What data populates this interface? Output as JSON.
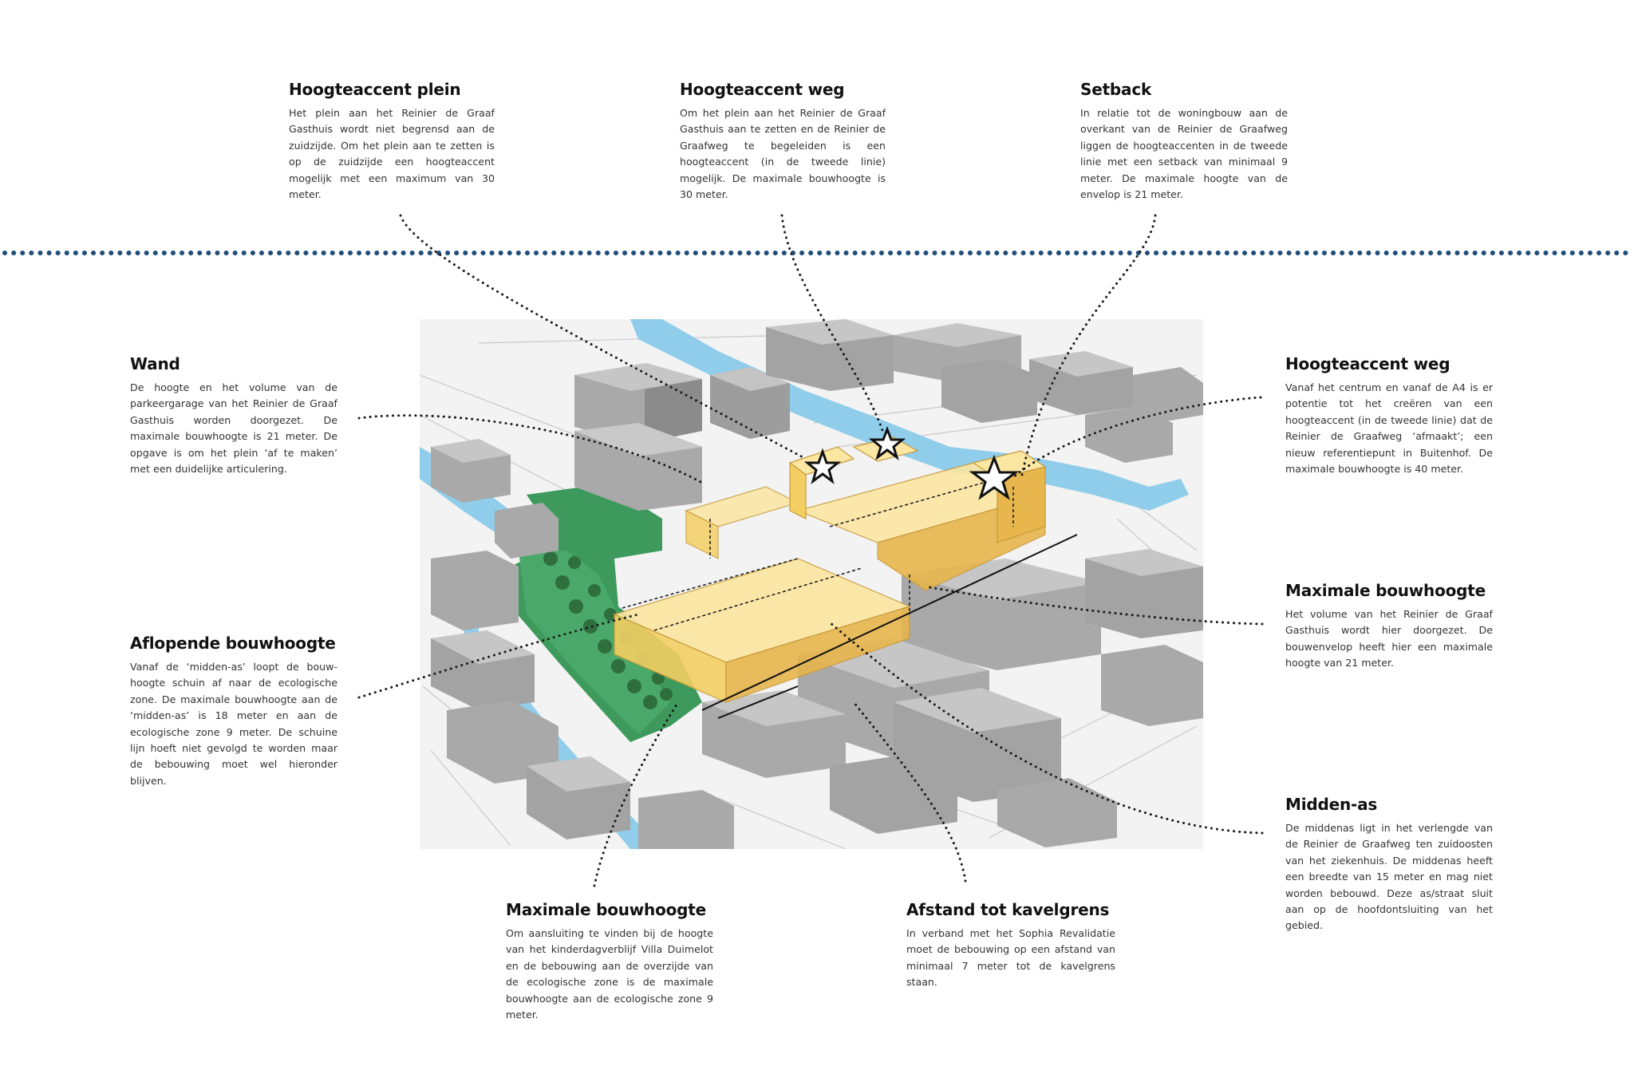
{
  "annotations": [
    {
      "id": "hoogteaccent-plein",
      "title": "Hoogteaccent plein",
      "text": "Het plein aan het Reinier de Graaf Gasthuis wordt niet begrensd aan de zuidzijde. Om het plein aan te zetten is op de zuidzijde een hoogteaccent mogelijk met een maximum van 30 meter."
    },
    {
      "id": "hoogteaccent-weg-top",
      "title": "Hoogteaccent weg",
      "text": "Om het plein aan het Reinier de Graaf Gasthuis aan te zetten en de Reinier de Graafweg te begeleiden is een hoogteaccent (in de tweede linie) mogelijk. De maximale bouwhoogte is 30 meter."
    },
    {
      "id": "setback",
      "title": "Setback",
      "text": "In relatie tot de woningbouw aan de overkant van de Reinier de Graafweg liggen de hoogteaccenten in de tweede linie met een setback van minimaal 9 meter. De maximale hoogte van de envelop is 21 meter."
    },
    {
      "id": "wand",
      "title": "Wand",
      "text": "De hoogte en het volume van de parkeergarage van het Reinier de Graaf Gasthuis worden doorgezet. De maximale bouwhoogte is 21 meter. De opgave is om het plein ‘af te maken’ met een duidelijke articulering."
    },
    {
      "id": "hoogteaccent-weg-right",
      "title": "Hoogteaccent weg",
      "text": "Vanaf het centrum en vanaf de A4 is er potentie tot het creëren van een hoogteaccent (in de tweede linie) dat de Reinier de Graafweg ‘afmaakt’; een nieuw referentiepunt in Buitenhof. De maximale bouwhoogte is 40 meter."
    },
    {
      "id": "maximale-bouwhoogte-right",
      "title": "Maximale bouwhoogte",
      "text": "Het volume van het Reinier de Graaf Gasthuis wordt hier doorgezet. De bouwenvelop heeft hier een maximale hoogte van 21 meter."
    },
    {
      "id": "aflopende-bouwhoogte",
      "title": "Aflopende bouwhoogte",
      "text": "Vanaf de ‘midden-as’ loopt de bouw-hoogte schuin af naar de ecologische zone. De maximale bouwhoogte aan de ‘midden-as’ is 18 meter en aan de ecologische zone 9 meter. De schuine lijn hoeft niet gevolgd te worden maar de bebouwing moet wel hieronder blijven."
    },
    {
      "id": "midden-as",
      "title": "Midden-as",
      "text": "De middenas ligt in het verlengde van de Reinier de Graafweg ten zuidoosten van het ziekenhuis. De middenas heeft een breedte van 15 meter en mag niet worden bebouwd. Deze as/straat sluit aan op de hoofdontsluiting van het gebied."
    },
    {
      "id": "maximale-bouwhoogte-bottom",
      "title": "Maximale bouwhoogte",
      "text": "Om aansluiting te vinden bij de hoogte van het kinderdagverblijf Villa Duimelot en de bebouwing aan de overzijde van de ecologische zone is de maximale bouwhoogte aan de ecologische zone 9 meter."
    },
    {
      "id": "afstand-tot-kavelgrens",
      "title": "Afstand tot kavelgrens",
      "text": "In verband met het Sophia Revalidatie moet de bebouwing op een afstand van minimaal 7 meter tot de kavelgrens staan."
    }
  ],
  "colors": {
    "separator": "#1f4e79",
    "leader": "#1a1a1a",
    "building": "#a9a9a9",
    "building_top": "#c6c6c6",
    "building_side": "#8b8b8b",
    "water": "#8fcdea",
    "green": "#3d9a5c",
    "envelope": "#f3cf63",
    "envelope_top": "#fbe6a2"
  }
}
